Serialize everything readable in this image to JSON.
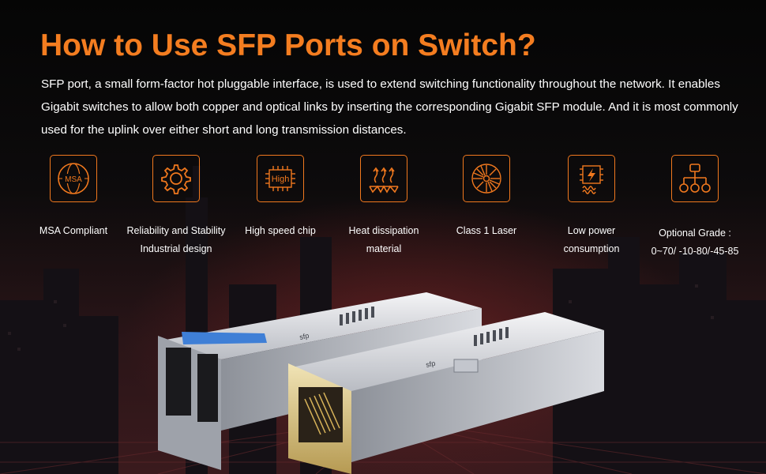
{
  "title": "How to Use SFP Ports on Switch?",
  "description": "SFP port, a small form-factor hot pluggable interface, is used to extend switching functionality throughout the network. It enables Gigabit switches to allow both copper and optical links by inserting the corresponding Gigabit SFP module. And it  is most commonly used for the uplink over either short and long transmission distances.",
  "colors": {
    "accent": "#f0781e",
    "title": "#f47d20",
    "text": "#ffffff"
  },
  "features": [
    {
      "icon": "msa-globe-icon",
      "icon_text": "MSA",
      "label_line1": "MSA Compliant",
      "label_line2": ""
    },
    {
      "icon": "gear-icon",
      "label_line1": "Reliability and Stability",
      "label_line2": "Industrial design"
    },
    {
      "icon": "chip-icon",
      "icon_text": "High",
      "label_line1": "High speed chip",
      "label_line2": ""
    },
    {
      "icon": "heat-dissipation-icon",
      "label_line1": "Heat dissipation",
      "label_line2": "material"
    },
    {
      "icon": "laser-icon",
      "label_line1": "Class 1 Laser",
      "label_line2": ""
    },
    {
      "icon": "low-power-icon",
      "label_line1": "Low power",
      "label_line2": "consumption"
    },
    {
      "icon": "hierarchy-icon",
      "label_line1": "Optional Grade :",
      "label_line2": "0~70/ -10-80/-45-85"
    }
  ],
  "product": {
    "module1_label": "sfp",
    "module2_label": "sfp"
  }
}
